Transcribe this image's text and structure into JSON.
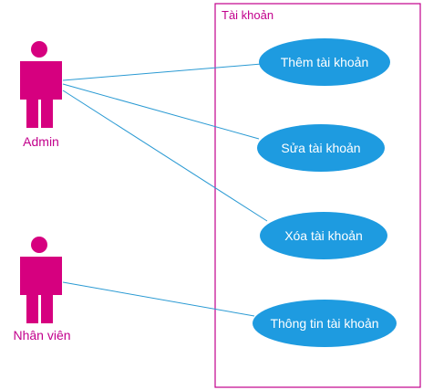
{
  "boundary": {
    "title": "Tài khoản"
  },
  "actors": [
    {
      "id": "admin",
      "label": "Admin",
      "color": "#d6007f"
    },
    {
      "id": "staff",
      "label": "Nhân viên",
      "color": "#d6007f"
    }
  ],
  "use_cases": [
    {
      "id": "add",
      "label": "Thêm tài khoản"
    },
    {
      "id": "edit",
      "label": "Sửa tài khoản"
    },
    {
      "id": "delete",
      "label": "Xóa tài khoản"
    },
    {
      "id": "info",
      "label": "Thông tin tài khoản"
    }
  ],
  "associations": [
    {
      "from": "admin",
      "to": "add"
    },
    {
      "from": "admin",
      "to": "edit"
    },
    {
      "from": "admin",
      "to": "delete"
    },
    {
      "from": "staff",
      "to": "info"
    }
  ],
  "colors": {
    "boundary": "#c2008c",
    "usecase": "#1e9be0",
    "line": "#2a9ad3"
  }
}
